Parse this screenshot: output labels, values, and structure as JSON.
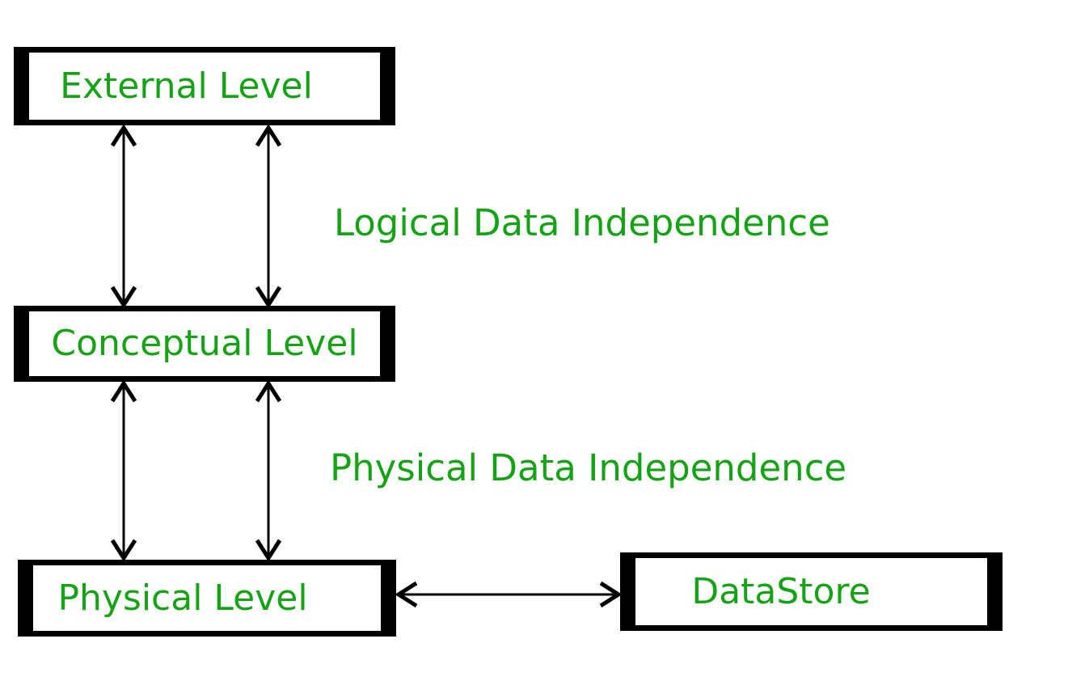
{
  "diagram": {
    "accent_color": "#15a315",
    "line_color": "#000000",
    "background_color": "#ffffff",
    "nodes": [
      {
        "id": "external",
        "label": "External Level"
      },
      {
        "id": "conceptual",
        "label": "Conceptual Level"
      },
      {
        "id": "physical",
        "label": "Physical Level"
      },
      {
        "id": "datastore",
        "label": "DataStore"
      }
    ],
    "edges": [
      {
        "from": "external",
        "to": "conceptual",
        "direction": "bidirectional",
        "count": 2
      },
      {
        "from": "conceptual",
        "to": "physical",
        "direction": "bidirectional",
        "count": 2
      },
      {
        "from": "physical",
        "to": "datastore",
        "direction": "bidirectional",
        "count": 1
      }
    ],
    "edge_labels": [
      {
        "id": "logical",
        "text": "Logical Data Independence"
      },
      {
        "id": "physical",
        "text": "Physical Data Independence"
      }
    ]
  }
}
